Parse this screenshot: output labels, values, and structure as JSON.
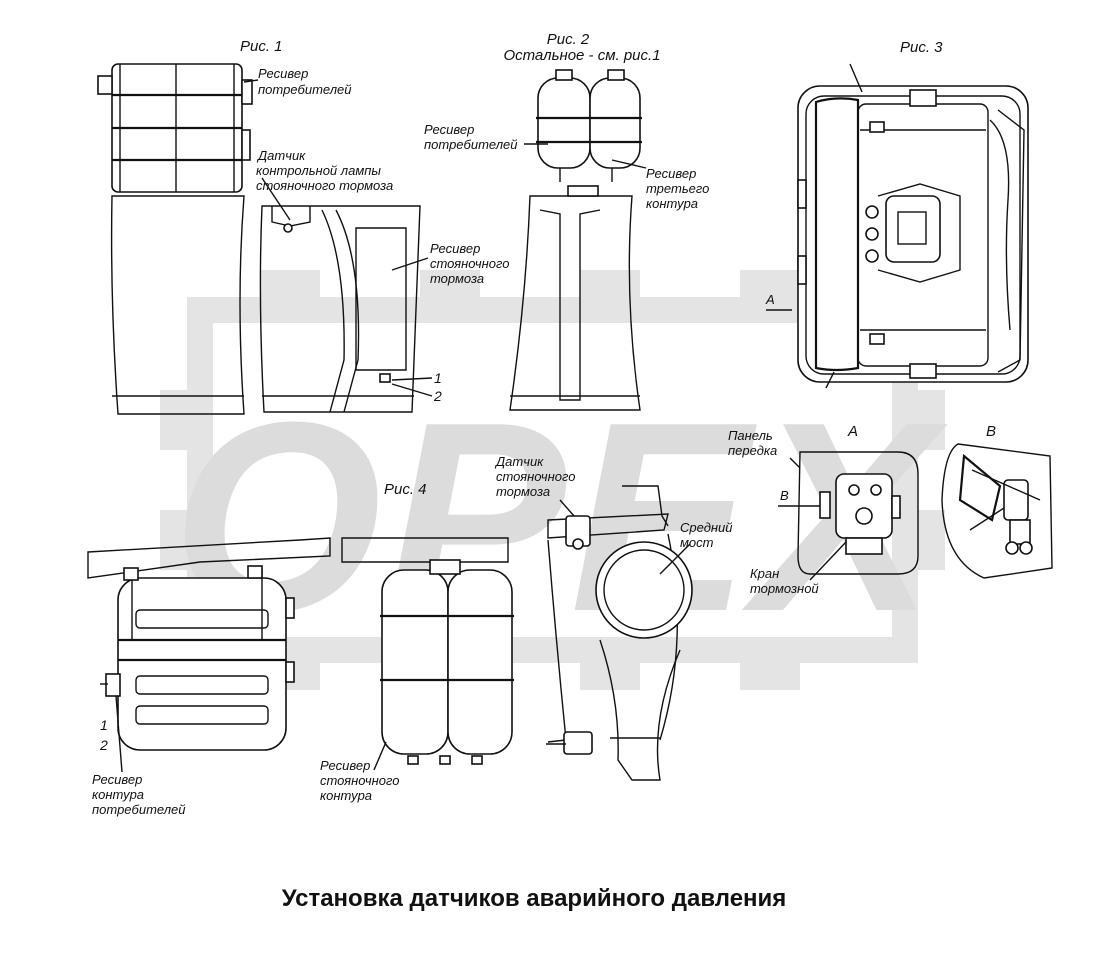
{
  "title": "Установка датчиков аварийного давления",
  "watermark": "OPEX",
  "colors": {
    "watermark": "#d8d8d8",
    "ink": "#111111",
    "background": "#ffffff"
  },
  "figures": {
    "fig1": {
      "title": "Рис. 1",
      "labels": {
        "receiver_consumers": [
          "Ресивер",
          "потребителей"
        ],
        "sensor_lamp": [
          "Датчик",
          "контрольной лампы",
          "стояночного тормоза"
        ],
        "receiver_parking": [
          "Ресивер",
          "стояночного",
          "тормоза"
        ],
        "num1": "1",
        "num2": "2"
      }
    },
    "fig2": {
      "title": "Рис. 2",
      "subtitle": "Остальное - см. рис.1",
      "labels": {
        "receiver_consumers": [
          "Ресивер",
          "потребителей"
        ],
        "receiver_third": [
          "Ресивер",
          "третьего",
          "контура"
        ]
      }
    },
    "fig3": {
      "title": "Рис. 3",
      "view_a_marker": "A",
      "view_a": {
        "title": "A",
        "labels": {
          "front_panel": [
            "Панель",
            "передка"
          ],
          "b_marker": "B",
          "brake_valve": [
            "Кран",
            "тормозной"
          ]
        }
      },
      "view_b": {
        "title": "B"
      }
    },
    "fig4": {
      "title": "Рис. 4",
      "labels": {
        "sensor_parking": [
          "Датчик",
          "стояночного",
          "тормоза"
        ],
        "middle_axle": [
          "Средний",
          "мост"
        ],
        "receiver_parking_circuit": [
          "Ресивер",
          "стояночного",
          "контура"
        ],
        "receiver_consumers_circuit": [
          "Ресивер",
          "контура",
          "потребителей"
        ],
        "num1": "1",
        "num2": "2"
      }
    }
  }
}
